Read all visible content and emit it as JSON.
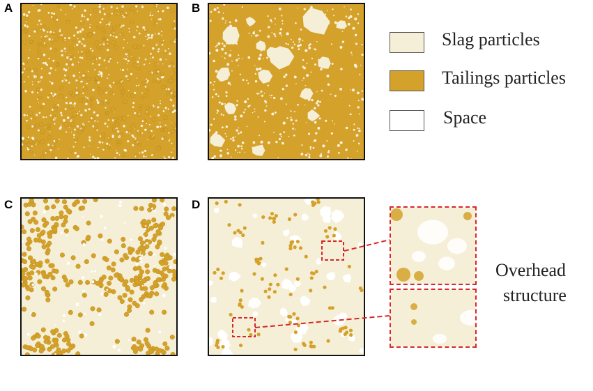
{
  "panels": [
    {
      "label": "A"
    },
    {
      "label": "B"
    },
    {
      "label": "C"
    },
    {
      "label": "D"
    }
  ],
  "legend": [
    {
      "label": "Slag particles",
      "color": "#f6efd8"
    },
    {
      "label": "Tailings particles",
      "color": "#d4a22a"
    },
    {
      "label": "Space",
      "color": "#ffffff"
    }
  ],
  "annotation": {
    "line1": "Overhead",
    "line2": "structure"
  },
  "colors": {
    "slag": "#f6efd8",
    "tailings": "#d4a22a",
    "tailings_dark": "#c0901d",
    "space": "#ffffff",
    "highlight": "#d62828"
  }
}
